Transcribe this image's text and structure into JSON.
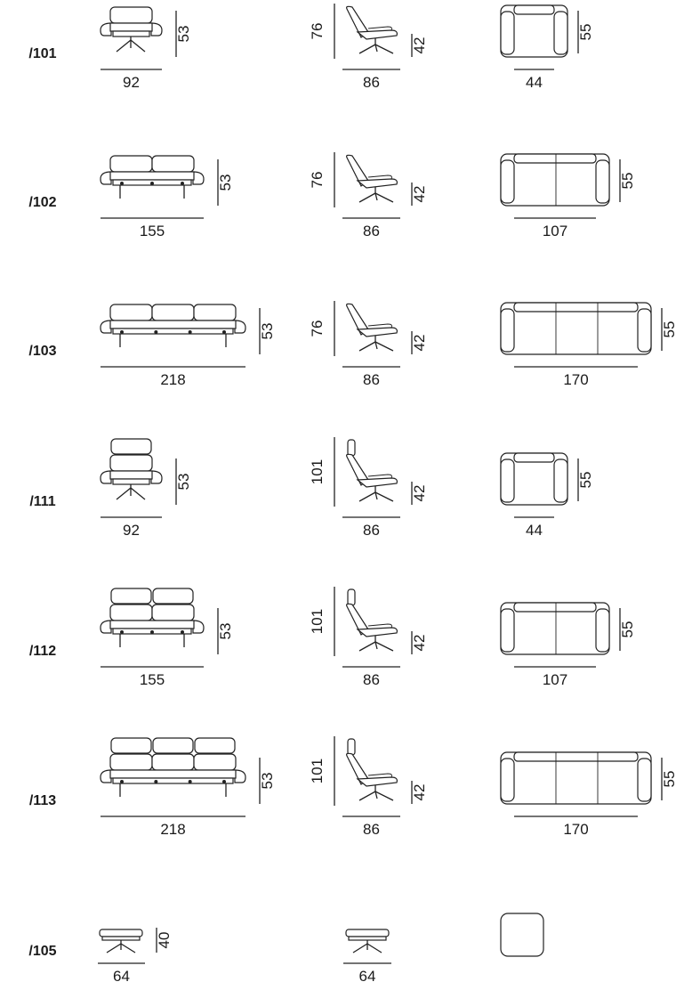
{
  "rows": [
    {
      "code": "/101",
      "front": {
        "width": "92",
        "height": "53"
      },
      "side": {
        "total_height": "76",
        "depth": "86",
        "seat_height": "42"
      },
      "top": {
        "width": "44",
        "depth": "55"
      }
    },
    {
      "code": "/102",
      "front": {
        "width": "155",
        "height": "53"
      },
      "side": {
        "total_height": "76",
        "depth": "86",
        "seat_height": "42"
      },
      "top": {
        "width": "107",
        "depth": "55"
      }
    },
    {
      "code": "/103",
      "front": {
        "width": "218",
        "height": "53"
      },
      "side": {
        "total_height": "76",
        "depth": "86",
        "seat_height": "42"
      },
      "top": {
        "width": "170",
        "depth": "55"
      }
    },
    {
      "code": "/111",
      "front": {
        "width": "92",
        "height": "53"
      },
      "side": {
        "total_height": "101",
        "depth": "86",
        "seat_height": "42"
      },
      "top": {
        "width": "44",
        "depth": "55"
      }
    },
    {
      "code": "/112",
      "front": {
        "width": "155",
        "height": "53"
      },
      "side": {
        "total_height": "101",
        "depth": "86",
        "seat_height": "42"
      },
      "top": {
        "width": "107",
        "depth": "55"
      }
    },
    {
      "code": "/113",
      "front": {
        "width": "218",
        "height": "53"
      },
      "side": {
        "total_height": "101",
        "depth": "86",
        "seat_height": "42"
      },
      "top": {
        "width": "170",
        "depth": "55"
      }
    },
    {
      "code": "/105",
      "front": {
        "width": "64",
        "height": "40"
      },
      "side": {
        "depth": "64"
      }
    }
  ]
}
